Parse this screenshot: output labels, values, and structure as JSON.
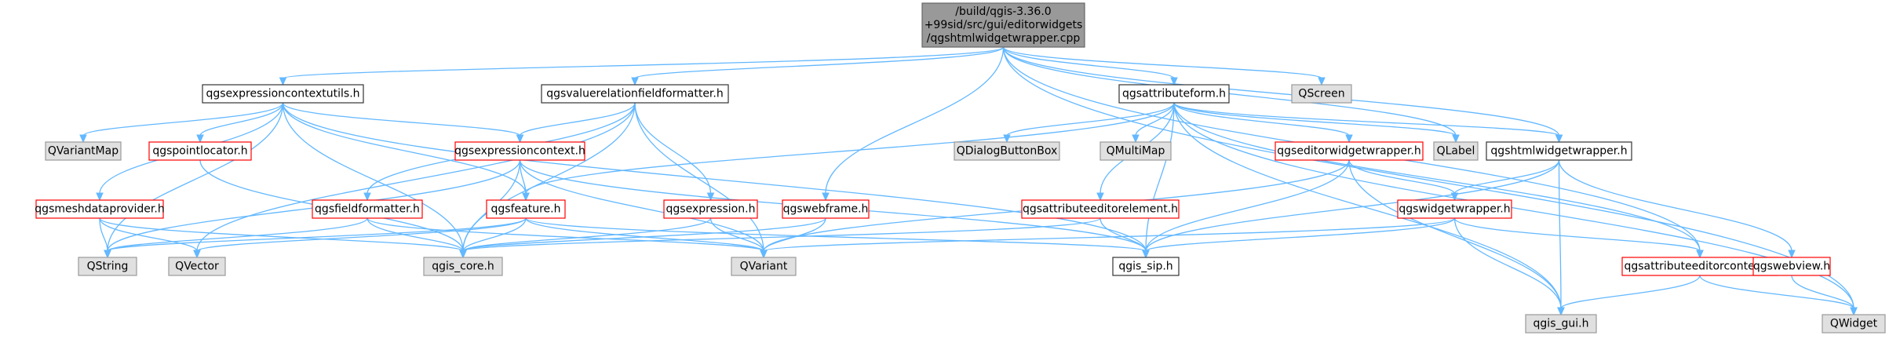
{
  "colors": {
    "edge": "#63b8ff",
    "root_fill": "#999999",
    "root_border": "#666666",
    "normal_border": "#333333",
    "red_border": "#ff0000",
    "gray_fill": "#e0e0e0",
    "gray_border": "#999999",
    "white_fill": "#ffffff"
  },
  "nodes": {
    "root": {
      "lines": [
        "/build/qgis-3.36.0",
        "+99sid/src/gui/editorwidgets",
        "/qgshtmlwidgetwrapper.cpp"
      ],
      "style": "root"
    },
    "exprctxutils": {
      "lines": [
        "qgsexpressioncontextutils.h"
      ],
      "style": "normal"
    },
    "valrelfmt": {
      "lines": [
        "qgsvaluerelationfieldformatter.h"
      ],
      "style": "normal"
    },
    "attrform": {
      "lines": [
        "qgsattributeform.h"
      ],
      "style": "normal"
    },
    "qscreen": {
      "lines": [
        "QScreen"
      ],
      "style": "gray"
    },
    "qvariantmap": {
      "lines": [
        "QVariantMap"
      ],
      "style": "gray"
    },
    "pointlocator": {
      "lines": [
        "qgspointlocator.h"
      ],
      "style": "red"
    },
    "exprctx": {
      "lines": [
        "qgsexpressioncontext.h"
      ],
      "style": "red"
    },
    "dialogbb": {
      "lines": [
        "QDialogButtonBox"
      ],
      "style": "gray"
    },
    "qmultimap": {
      "lines": [
        "QMultiMap"
      ],
      "style": "gray"
    },
    "editorwrap": {
      "lines": [
        "qgseditorwidgetwrapper.h"
      ],
      "style": "red"
    },
    "qlabel": {
      "lines": [
        "QLabel"
      ],
      "style": "gray"
    },
    "htmlwrap": {
      "lines": [
        "qgshtmlwidgetwrapper.h"
      ],
      "style": "normal"
    },
    "meshprov": {
      "lines": [
        "qgsmeshdataprovider.h"
      ],
      "style": "red"
    },
    "fieldfmt": {
      "lines": [
        "qgsfieldformatter.h"
      ],
      "style": "red"
    },
    "feature": {
      "lines": [
        "qgsfeature.h"
      ],
      "style": "red"
    },
    "expression": {
      "lines": [
        "qgsexpression.h"
      ],
      "style": "red"
    },
    "webframe": {
      "lines": [
        "qgswebframe.h"
      ],
      "style": "red"
    },
    "attreditel": {
      "lines": [
        "qgsattributeeditorelement.h"
      ],
      "style": "red"
    },
    "widgetwrap": {
      "lines": [
        "qgswidgetwrapper.h"
      ],
      "style": "red"
    },
    "qstring": {
      "lines": [
        "QString"
      ],
      "style": "gray"
    },
    "qvector": {
      "lines": [
        "QVector"
      ],
      "style": "gray"
    },
    "qgiscore": {
      "lines": [
        "qgis_core.h"
      ],
      "style": "gray"
    },
    "qvariant": {
      "lines": [
        "QVariant"
      ],
      "style": "gray"
    },
    "qgissip": {
      "lines": [
        "qgis_sip.h"
      ],
      "style": "normal"
    },
    "attreditctx": {
      "lines": [
        "qgsattributeeditorcontext.h"
      ],
      "style": "red"
    },
    "webview": {
      "lines": [
        "qgswebview.h"
      ],
      "style": "red"
    },
    "qgisgui": {
      "lines": [
        "qgis_gui.h"
      ],
      "style": "gray"
    },
    "qwidget": {
      "lines": [
        "QWidget"
      ],
      "style": "gray"
    }
  },
  "edges": [
    [
      "root",
      "exprctxutils"
    ],
    [
      "root",
      "valrelfmt"
    ],
    [
      "root",
      "attrform"
    ],
    [
      "root",
      "qscreen"
    ],
    [
      "root",
      "webframe"
    ],
    [
      "root",
      "htmlwrap"
    ],
    [
      "root",
      "attreditctx"
    ],
    [
      "root",
      "qlabel"
    ],
    [
      "root",
      "qwidget"
    ],
    [
      "exprctxutils",
      "qvariantmap"
    ],
    [
      "exprctxutils",
      "pointlocator"
    ],
    [
      "exprctxutils",
      "exprctx"
    ],
    [
      "exprctxutils",
      "meshprov"
    ],
    [
      "exprctxutils",
      "feature"
    ],
    [
      "exprctxutils",
      "qstring"
    ],
    [
      "exprctxutils",
      "qgiscore"
    ],
    [
      "exprctxutils",
      "qgissip"
    ],
    [
      "valrelfmt",
      "exprctx"
    ],
    [
      "valrelfmt",
      "fieldfmt"
    ],
    [
      "valrelfmt",
      "expression"
    ],
    [
      "valrelfmt",
      "qvector"
    ],
    [
      "valrelfmt",
      "qgiscore"
    ],
    [
      "valrelfmt",
      "qvariant"
    ],
    [
      "attrform",
      "feature"
    ],
    [
      "attrform",
      "dialogbb"
    ],
    [
      "attrform",
      "qmultimap"
    ],
    [
      "attrform",
      "editorwrap"
    ],
    [
      "attrform",
      "qlabel"
    ],
    [
      "attrform",
      "htmlwrap"
    ],
    [
      "attrform",
      "attreditel"
    ],
    [
      "attrform",
      "qgissip"
    ],
    [
      "attrform",
      "qgisgui"
    ],
    [
      "attrform",
      "attreditctx"
    ],
    [
      "attrform",
      "qwidget"
    ],
    [
      "pointlocator",
      "qgiscore"
    ],
    [
      "exprctx",
      "feature"
    ],
    [
      "exprctx",
      "qstring"
    ],
    [
      "exprctx",
      "qgiscore"
    ],
    [
      "exprctx",
      "qvariant"
    ],
    [
      "exprctx",
      "qgissip"
    ],
    [
      "editorwrap",
      "widgetwrap"
    ],
    [
      "editorwrap",
      "qvariant"
    ],
    [
      "editorwrap",
      "qgissip"
    ],
    [
      "editorwrap",
      "qgisgui"
    ],
    [
      "htmlwrap",
      "widgetwrap"
    ],
    [
      "htmlwrap",
      "webview"
    ],
    [
      "htmlwrap",
      "qgissip"
    ],
    [
      "htmlwrap",
      "qgisgui"
    ],
    [
      "meshprov",
      "qstring"
    ],
    [
      "meshprov",
      "qvector"
    ],
    [
      "meshprov",
      "qgiscore"
    ],
    [
      "fieldfmt",
      "qstring"
    ],
    [
      "fieldfmt",
      "qgiscore"
    ],
    [
      "fieldfmt",
      "qvariant"
    ],
    [
      "feature",
      "qstring"
    ],
    [
      "feature",
      "qvector"
    ],
    [
      "feature",
      "qgiscore"
    ],
    [
      "feature",
      "qvariant"
    ],
    [
      "feature",
      "qgissip"
    ],
    [
      "expression",
      "qgiscore"
    ],
    [
      "expression",
      "qvariant"
    ],
    [
      "webframe",
      "qgiscore"
    ],
    [
      "webframe",
      "qvariant"
    ],
    [
      "attreditel",
      "qgiscore"
    ],
    [
      "attreditel",
      "qgissip"
    ],
    [
      "widgetwrap",
      "qvariant"
    ],
    [
      "widgetwrap",
      "qgissip"
    ],
    [
      "widgetwrap",
      "attreditctx"
    ],
    [
      "widgetwrap",
      "qgisgui"
    ],
    [
      "attreditctx",
      "qgisgui"
    ],
    [
      "attreditctx",
      "qwidget"
    ],
    [
      "webview",
      "qwidget"
    ]
  ]
}
